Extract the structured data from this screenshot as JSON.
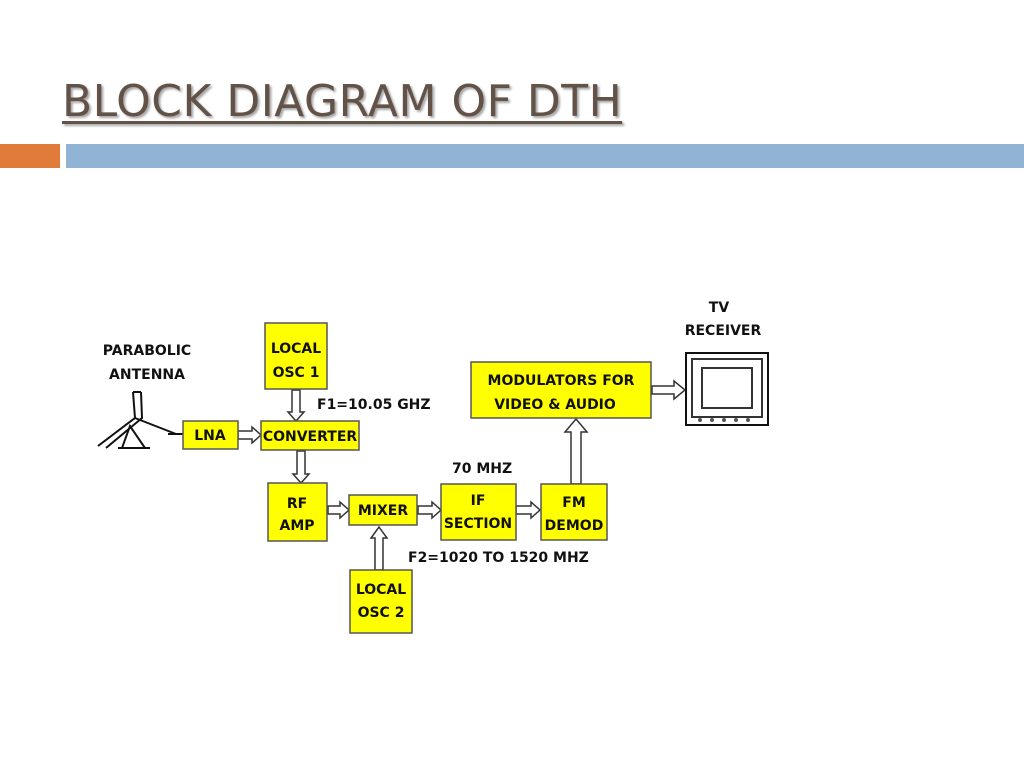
{
  "slide": {
    "title": "BLOCK DIAGRAM OF DTH",
    "colors": {
      "title": "#625248",
      "accent_orange": "#E07B39",
      "accent_blue": "#91B3D4",
      "block_fill": "#FFFF00"
    }
  },
  "diagram": {
    "labels": {
      "antenna_line1": "PARABOLIC",
      "antenna_line2": "ANTENNA",
      "tv_line1": "TV",
      "tv_line2": "RECEIVER",
      "f1": "F1=10.05 GHZ",
      "if_freq": "70 MHZ",
      "f2": "F2=1020 TO 1520 MHZ"
    },
    "blocks": {
      "local_osc_1": [
        "LOCAL",
        "OSC 1"
      ],
      "lna": [
        "LNA"
      ],
      "converter": [
        "CONVERTER"
      ],
      "rf_amp": [
        "RF",
        "AMP"
      ],
      "mixer": [
        "MIXER"
      ],
      "local_osc_2": [
        "LOCAL",
        "OSC 2"
      ],
      "if_section": [
        "IF",
        "SECTION"
      ],
      "fm_demod": [
        "FM",
        "DEMOD"
      ],
      "modulators": [
        "MODULATORS FOR",
        "VIDEO & AUDIO"
      ]
    },
    "icons": {
      "antenna": "parabolic-antenna-icon",
      "tv": "tv-receiver-icon"
    }
  }
}
